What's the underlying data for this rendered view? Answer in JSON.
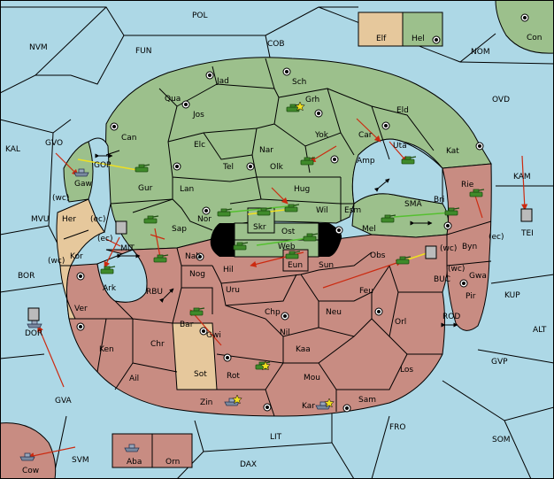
{
  "colors": {
    "sea": "#add8e6",
    "power_green": "#9cc08c",
    "power_red": "#c88c82",
    "neutral_tan": "#e6c89c",
    "move_arrow": "#cc2a10",
    "support_yellow": "#f0e020",
    "support_green": "#55c030"
  },
  "sea_labels": {
    "POL": "POL",
    "NVM": "NVM",
    "FUN": "FUN",
    "COB": "COB",
    "NOM": "NOM",
    "OVD": "OVD",
    "KAL": "KAL",
    "GVO": "GVO",
    "GOP": "GOP",
    "KAM": "KAM",
    "MVU": "MVU",
    "BOR": "BOR",
    "MIT": "MIT",
    "RBU": "RBU",
    "SMA": "SMA",
    "BUC": "BUC",
    "KUP": "KUP",
    "ALT": "ALT",
    "ROD": "ROD",
    "GVP": "GVP",
    "GVA": "GVA",
    "SVM": "SVM",
    "LIT": "LIT",
    "FRO": "FRO",
    "SOM": "SOM",
    "DAX": "DAX"
  },
  "land_labels": {
    "Elf": "Elf",
    "Hel": "Hel",
    "Con": "Con",
    "Jad": "Jad",
    "Sch": "Sch",
    "Qua": "Qua",
    "Grh": "Grh",
    "Jos": "Jos",
    "Eld": "Eld",
    "Can": "Can",
    "Yok": "Yok",
    "Car": "Car",
    "Uta": "Uta",
    "Elc": "Elc",
    "Nar": "Nar",
    "Kat": "Kat",
    "Amp": "Amp",
    "Tel": "Tel",
    "Olk": "Olk",
    "Gaw": "Gaw",
    "Gur": "Gur",
    "Lan": "Lan",
    "Hug": "Hug",
    "Rie": "Rie",
    "Bri": "Bri",
    "Esm": "Esm",
    "Wil": "Wil",
    "Skr": "Skr",
    "Nor": "Nor",
    "Her": "Her",
    "Sap": "Sap",
    "Mel": "Mel",
    "Ost": "Ost",
    "Web": "Web",
    "Byn": "Byn",
    "Kor": "Kor",
    "Nab": "Nab",
    "Obs": "Obs",
    "Eun": "Eun",
    "Hil": "Hil",
    "Sun": "Sun",
    "Ark": "Ark",
    "Nog": "Nog",
    "Gwa": "Gwa",
    "Uru": "Uru",
    "Feu": "Feu",
    "Pir": "Pir",
    "Ver": "Ver",
    "Chp": "Chp",
    "Neu": "Neu",
    "Bar": "Bar",
    "Gwi": "Gwi",
    "Nil": "Nil",
    "Orl": "Orl",
    "Ken": "Ken",
    "Chr": "Chr",
    "Kaa": "Kaa",
    "Ail": "Ail",
    "Sot": "Sot",
    "Rot": "Rot",
    "Los": "Los",
    "Mou": "Mou",
    "Zin": "Zin",
    "Kar": "Kar",
    "Sam": "Sam",
    "Aba": "Aba",
    "Orn": "Orn",
    "Cow": "Cow",
    "TEI": "TEI",
    "DOR": "DOR"
  },
  "coast_notes": {
    "wc_gaw": "(wc)",
    "ec_her": "(ec)",
    "ec_kor": "(ec)",
    "wc_kor": "(wc)",
    "wc_byn": "(wc)",
    "ec_byn": "(ec)",
    "wc_gwa": "(wc)"
  },
  "units": [
    {
      "id": "gaw",
      "type": "fleet",
      "icon": "ship-icon"
    },
    {
      "id": "gop",
      "type": "army",
      "icon": "tank-icon"
    },
    {
      "id": "gur",
      "type": "army",
      "icon": "tank-icon"
    },
    {
      "id": "grh",
      "type": "army",
      "icon": "tank-icon"
    },
    {
      "id": "olk",
      "type": "army",
      "icon": "tank-icon"
    },
    {
      "id": "uta",
      "type": "army",
      "icon": "tank-icon"
    },
    {
      "id": "wil",
      "type": "army",
      "icon": "tank-icon"
    },
    {
      "id": "skr",
      "type": "army",
      "icon": "tank-icon"
    },
    {
      "id": "nor",
      "type": "army",
      "icon": "tank-icon"
    },
    {
      "id": "sap",
      "type": "army",
      "icon": "tank-icon"
    },
    {
      "id": "sap2",
      "type": "army",
      "icon": "tank-icon"
    },
    {
      "id": "mel",
      "type": "army",
      "icon": "tank-icon"
    },
    {
      "id": "sma",
      "type": "army",
      "icon": "tank-icon"
    },
    {
      "id": "rie",
      "type": "army",
      "icon": "tank-icon"
    },
    {
      "id": "web",
      "type": "army",
      "icon": "tank-icon"
    },
    {
      "id": "ost",
      "type": "army",
      "icon": "tank-icon"
    },
    {
      "id": "eun",
      "type": "army",
      "icon": "tank-icon"
    },
    {
      "id": "obs",
      "type": "army",
      "icon": "tank-icon"
    },
    {
      "id": "ark",
      "type": "army",
      "icon": "tank-icon"
    },
    {
      "id": "mit",
      "type": "fleet",
      "icon": "ship-icon"
    },
    {
      "id": "bar",
      "type": "army",
      "icon": "tank-icon"
    },
    {
      "id": "rot",
      "type": "army",
      "icon": "tank-icon"
    },
    {
      "id": "zin",
      "type": "fleet",
      "icon": "ship-icon"
    },
    {
      "id": "kar",
      "type": "fleet",
      "icon": "ship-icon"
    },
    {
      "id": "aba",
      "type": "fleet",
      "icon": "ship-icon"
    },
    {
      "id": "cow",
      "type": "fleet",
      "icon": "ship-icon"
    },
    {
      "id": "dor",
      "type": "fleet",
      "icon": "ship-icon"
    },
    {
      "id": "tei",
      "type": "fleet",
      "icon": "ship-icon"
    },
    {
      "id": "buc",
      "type": "fleet",
      "icon": "ship-icon"
    }
  ]
}
